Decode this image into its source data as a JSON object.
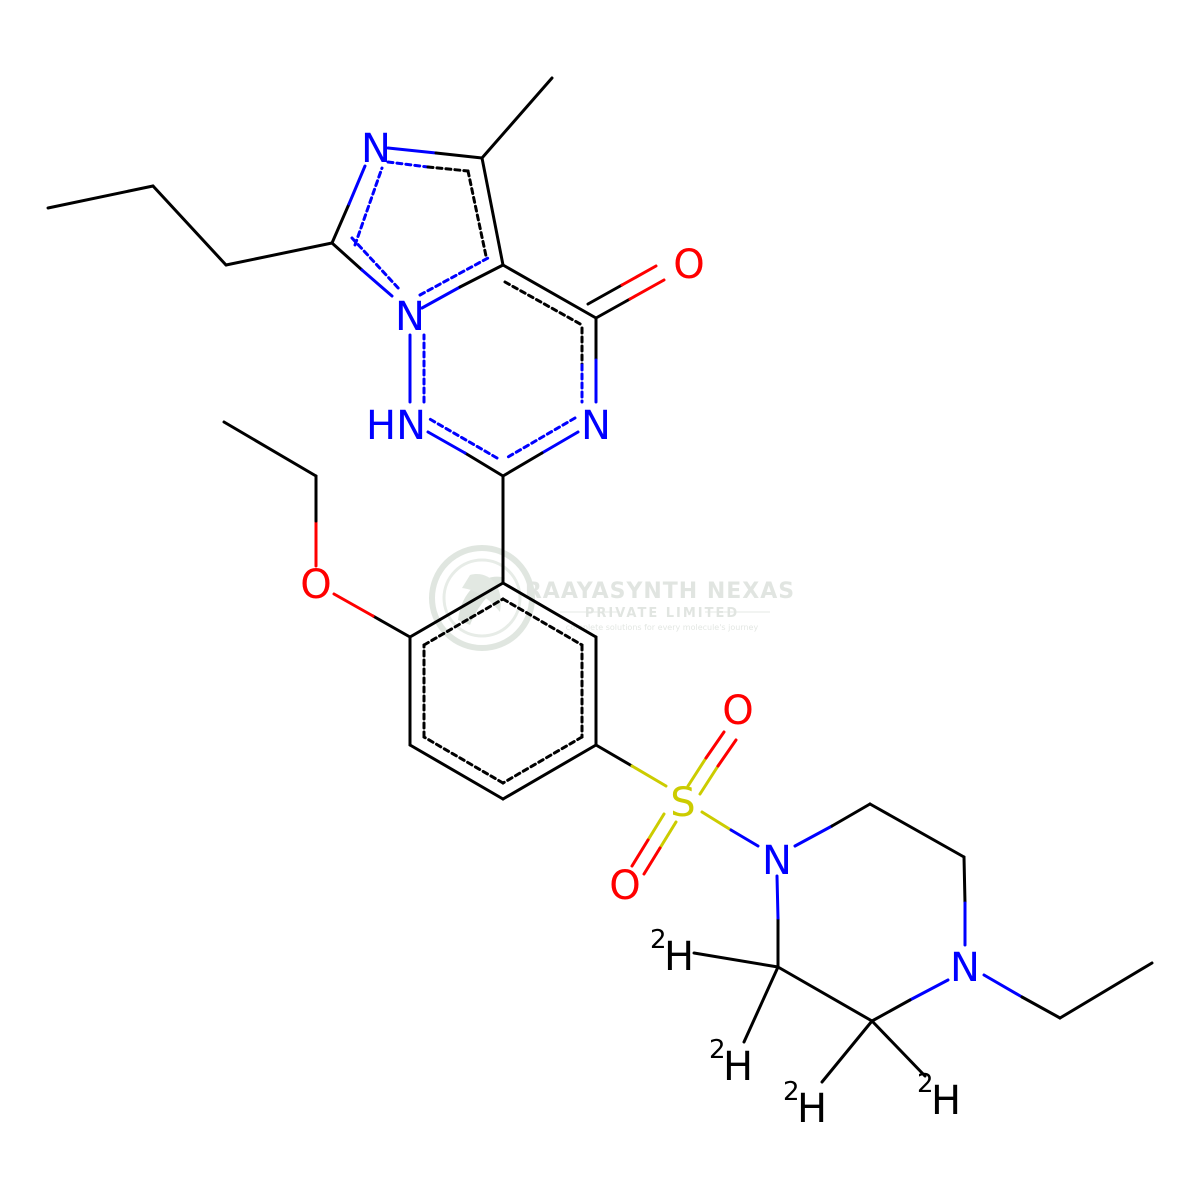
{
  "molecule": {
    "atoms": {
      "N_imid_top": "N",
      "N_bridge": "N",
      "NH_ring": "HN",
      "N_triazine": "N",
      "O_carbonyl": "O",
      "O_ether": "O",
      "S_sulfonyl": "S",
      "O_sulfonyl_top": "O",
      "O_sulfonyl_bottom": "O",
      "N_pip_1": "N",
      "N_pip_4": "N"
    },
    "deuterium": [
      {
        "mass": "2",
        "symbol": "H"
      },
      {
        "mass": "2",
        "symbol": "H"
      },
      {
        "mass": "2",
        "symbol": "H"
      },
      {
        "mass": "2",
        "symbol": "H"
      }
    ]
  },
  "watermark": {
    "company": "RAAYASYNTH NEXAS",
    "subtitle": "PRIVATE LIMITED",
    "tagline": "complete solutions for every molecule's journey"
  },
  "colors": {
    "carbon": "#000000",
    "nitrogen": "#0000ff",
    "oxygen": "#ff0000",
    "sulfur": "#cccc00",
    "watermark": "#cfd6cf"
  }
}
